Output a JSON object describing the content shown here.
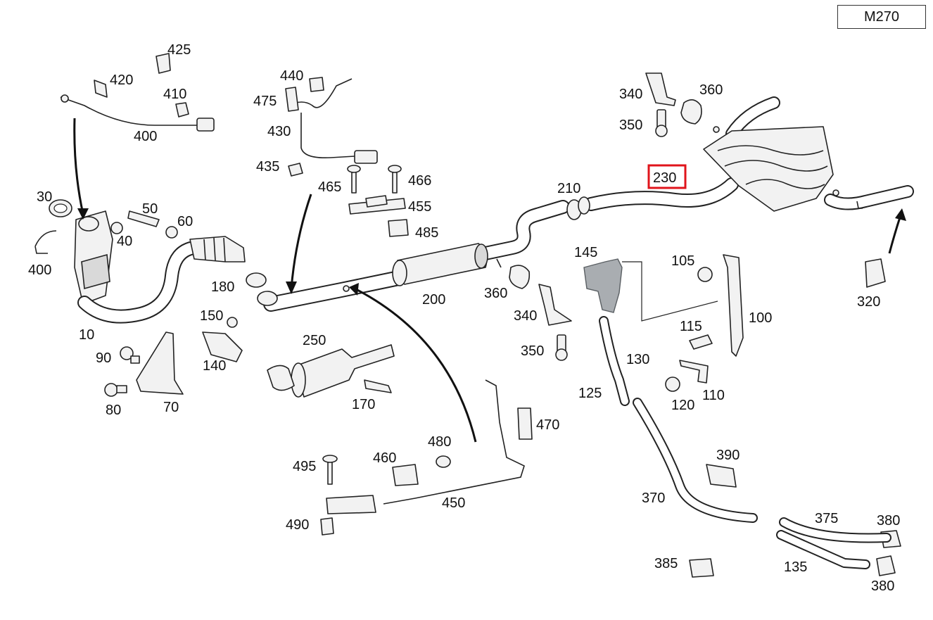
{
  "model_code": "M270",
  "highlighted_part": "230",
  "callouts": [
    {
      "id": "425",
      "text": "425"
    },
    {
      "id": "420",
      "text": "420"
    },
    {
      "id": "410",
      "text": "410"
    },
    {
      "id": "400a",
      "text": "400"
    },
    {
      "id": "440",
      "text": "440"
    },
    {
      "id": "475",
      "text": "475"
    },
    {
      "id": "430",
      "text": "430"
    },
    {
      "id": "435",
      "text": "435"
    },
    {
      "id": "465",
      "text": "465"
    },
    {
      "id": "466",
      "text": "466"
    },
    {
      "id": "455",
      "text": "455"
    },
    {
      "id": "485",
      "text": "485"
    },
    {
      "id": "340a",
      "text": "340"
    },
    {
      "id": "360a",
      "text": "360"
    },
    {
      "id": "350a",
      "text": "350"
    },
    {
      "id": "230",
      "text": "230"
    },
    {
      "id": "210",
      "text": "210"
    },
    {
      "id": "30",
      "text": "30"
    },
    {
      "id": "50",
      "text": "50"
    },
    {
      "id": "60",
      "text": "60"
    },
    {
      "id": "40",
      "text": "40"
    },
    {
      "id": "400b",
      "text": "400"
    },
    {
      "id": "145",
      "text": "145"
    },
    {
      "id": "105",
      "text": "105"
    },
    {
      "id": "320",
      "text": "320"
    },
    {
      "id": "180",
      "text": "180"
    },
    {
      "id": "200",
      "text": "200"
    },
    {
      "id": "360b",
      "text": "360"
    },
    {
      "id": "340b",
      "text": "340"
    },
    {
      "id": "100",
      "text": "100"
    },
    {
      "id": "150",
      "text": "150"
    },
    {
      "id": "10",
      "text": "10"
    },
    {
      "id": "115",
      "text": "115"
    },
    {
      "id": "250",
      "text": "250"
    },
    {
      "id": "90",
      "text": "90"
    },
    {
      "id": "350b",
      "text": "350"
    },
    {
      "id": "140",
      "text": "140"
    },
    {
      "id": "130",
      "text": "130"
    },
    {
      "id": "125",
      "text": "125"
    },
    {
      "id": "80",
      "text": "80"
    },
    {
      "id": "70",
      "text": "70"
    },
    {
      "id": "170",
      "text": "170"
    },
    {
      "id": "120",
      "text": "120"
    },
    {
      "id": "110",
      "text": "110"
    },
    {
      "id": "470",
      "text": "470"
    },
    {
      "id": "480",
      "text": "480"
    },
    {
      "id": "495",
      "text": "495"
    },
    {
      "id": "460",
      "text": "460"
    },
    {
      "id": "390",
      "text": "390"
    },
    {
      "id": "450",
      "text": "450"
    },
    {
      "id": "370",
      "text": "370"
    },
    {
      "id": "375",
      "text": "375"
    },
    {
      "id": "380a",
      "text": "380"
    },
    {
      "id": "490",
      "text": "490"
    },
    {
      "id": "385",
      "text": "385"
    },
    {
      "id": "135",
      "text": "135"
    },
    {
      "id": "380b",
      "text": "380"
    }
  ],
  "colors": {
    "highlight": "#e0141b",
    "line": "#222222",
    "sensor_fill": "#a9adb1",
    "background": "#ffffff"
  }
}
